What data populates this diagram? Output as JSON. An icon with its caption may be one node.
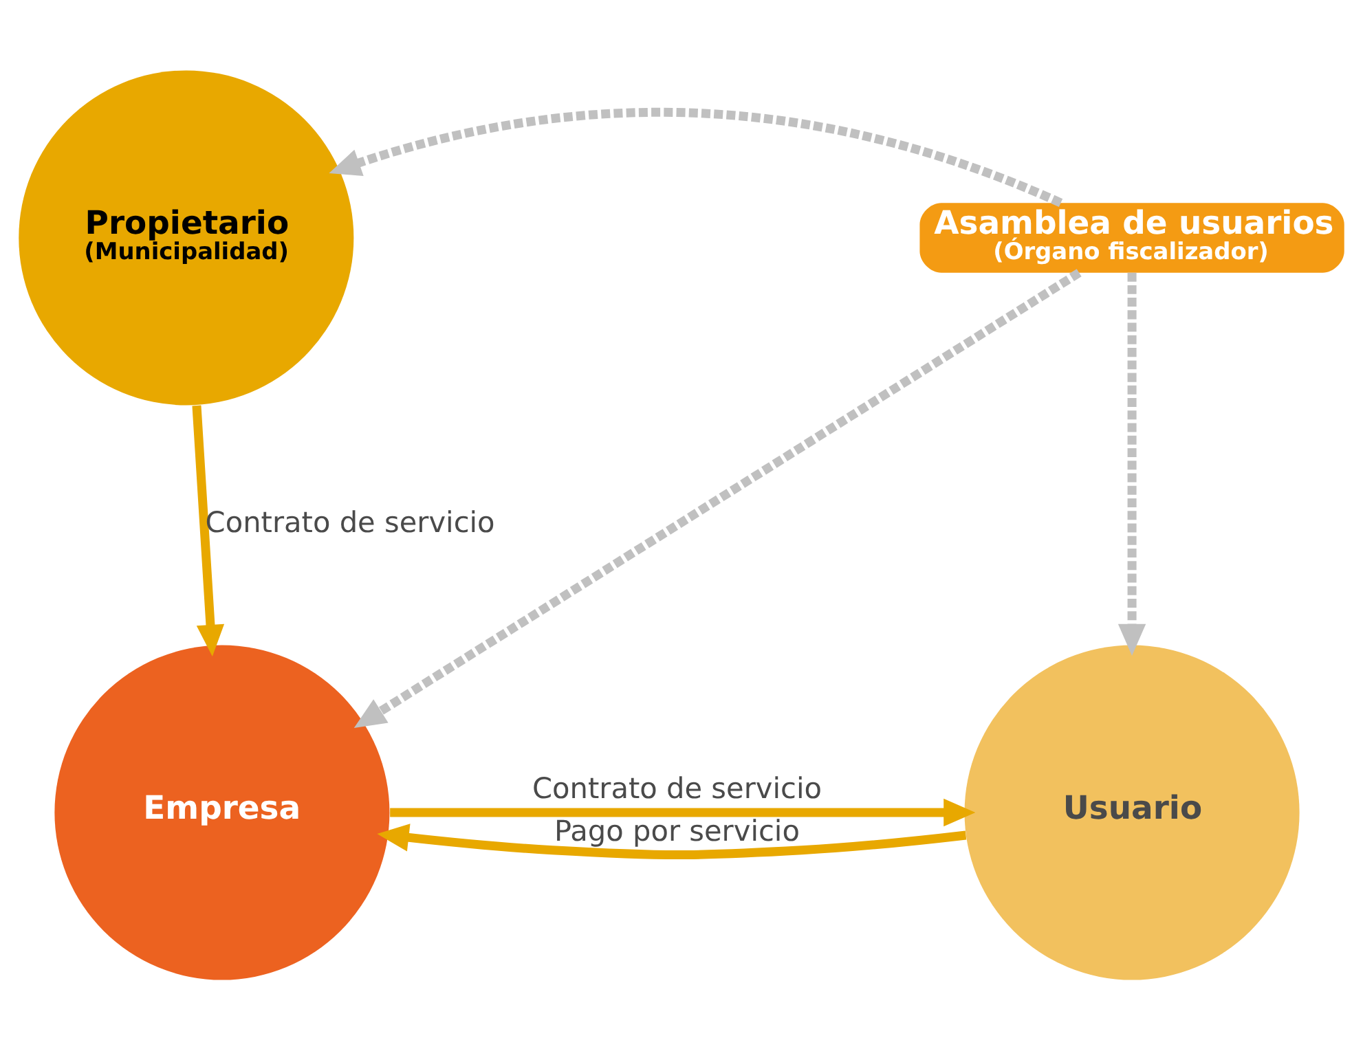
{
  "diagram": {
    "nodes": [
      {
        "text": [
          "Propietario",
          "(Municipalidad)"
        ]
      },
      {
        "text": [
          "Asamblea de usuarios",
          "(Órgano fiscalizador)"
        ]
      },
      {
        "text": [
          "Empresa"
        ]
      },
      {
        "text": [
          "Usuario"
        ]
      }
    ],
    "edges": [
      {
        "from": 0,
        "to": 2,
        "arrow": "to",
        "label": "Contrato de servicio",
        "color": "#e8a800"
      },
      {
        "from": 1,
        "to": 0,
        "arrow": "to",
        "style": "dashed",
        "color": "#c0c0c0"
      },
      {
        "from": 1,
        "to": 2,
        "arrow": "to",
        "style": "dashed",
        "color": "#c0c0c0"
      },
      {
        "from": 1,
        "to": 3,
        "arrow": "to",
        "style": "dashed",
        "color": "#c0c0c0"
      },
      {
        "from": 2,
        "to": 3,
        "arrow": "to",
        "label": "Contrato de servicio",
        "color": "#e8a800"
      },
      {
        "from": 3,
        "to": 2,
        "arrow": "to",
        "label": "Pago por servicio",
        "color": "#e8a800"
      }
    ]
  }
}
